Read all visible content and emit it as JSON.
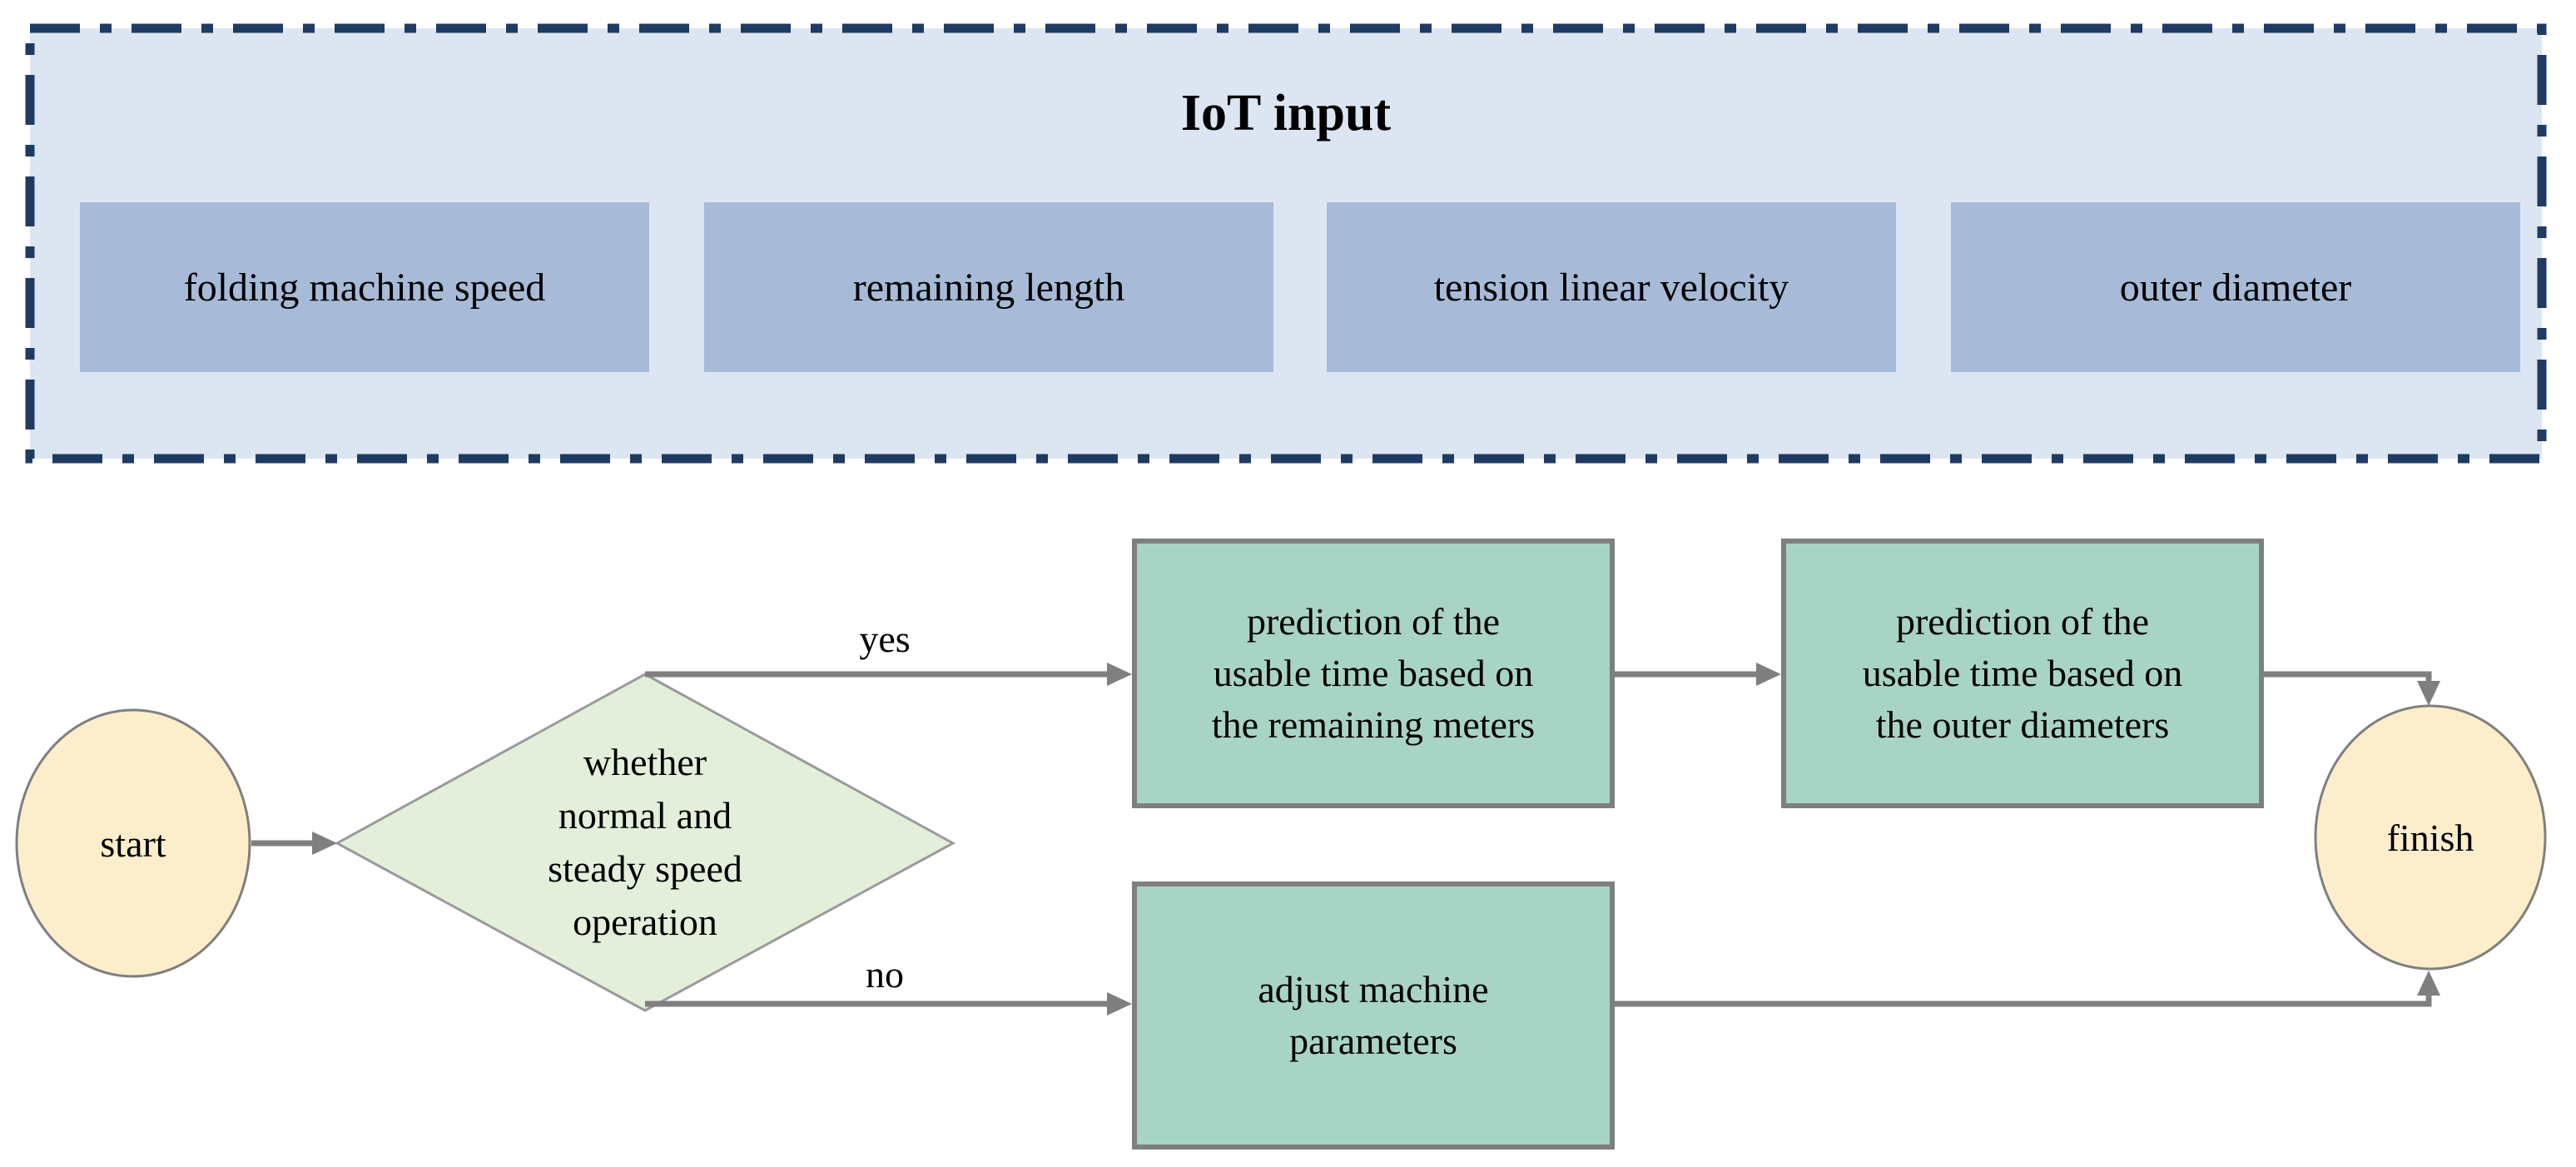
{
  "colors": {
    "page_bg": "#ffffff",
    "panel_bg": "#dce6f2",
    "panel_border": "#1f3b63",
    "input_box_bg": "#a7bbd8",
    "process_box_bg": "#a8d4c6",
    "process_box_border": "#7f7f7f",
    "decision_fill": "#e3efda",
    "decision_border": "#9a9a9a",
    "terminal_fill": "#fdeecb",
    "terminal_border": "#7f7f7f",
    "arrow": "#7f7f7f",
    "text": "#000000"
  },
  "iot_panel": {
    "title": "IoT input",
    "inputs": [
      "folding machine speed",
      "remaining length",
      "tension linear velocity",
      "outer diameter"
    ]
  },
  "flowchart": {
    "start": {
      "label": "start"
    },
    "decision": {
      "lines": [
        "whether",
        "normal and",
        "steady speed",
        "operation"
      ]
    },
    "branch_yes": {
      "label": "yes"
    },
    "branch_no": {
      "label": "no"
    },
    "process_remaining": {
      "lines": [
        "prediction of the",
        "usable time based on",
        "the remaining meters"
      ]
    },
    "process_outer": {
      "lines": [
        "prediction of the",
        "usable time based on",
        "the outer diameters"
      ]
    },
    "process_adjust": {
      "lines": [
        "adjust machine",
        "parameters"
      ]
    },
    "finish": {
      "label": "finish"
    }
  }
}
